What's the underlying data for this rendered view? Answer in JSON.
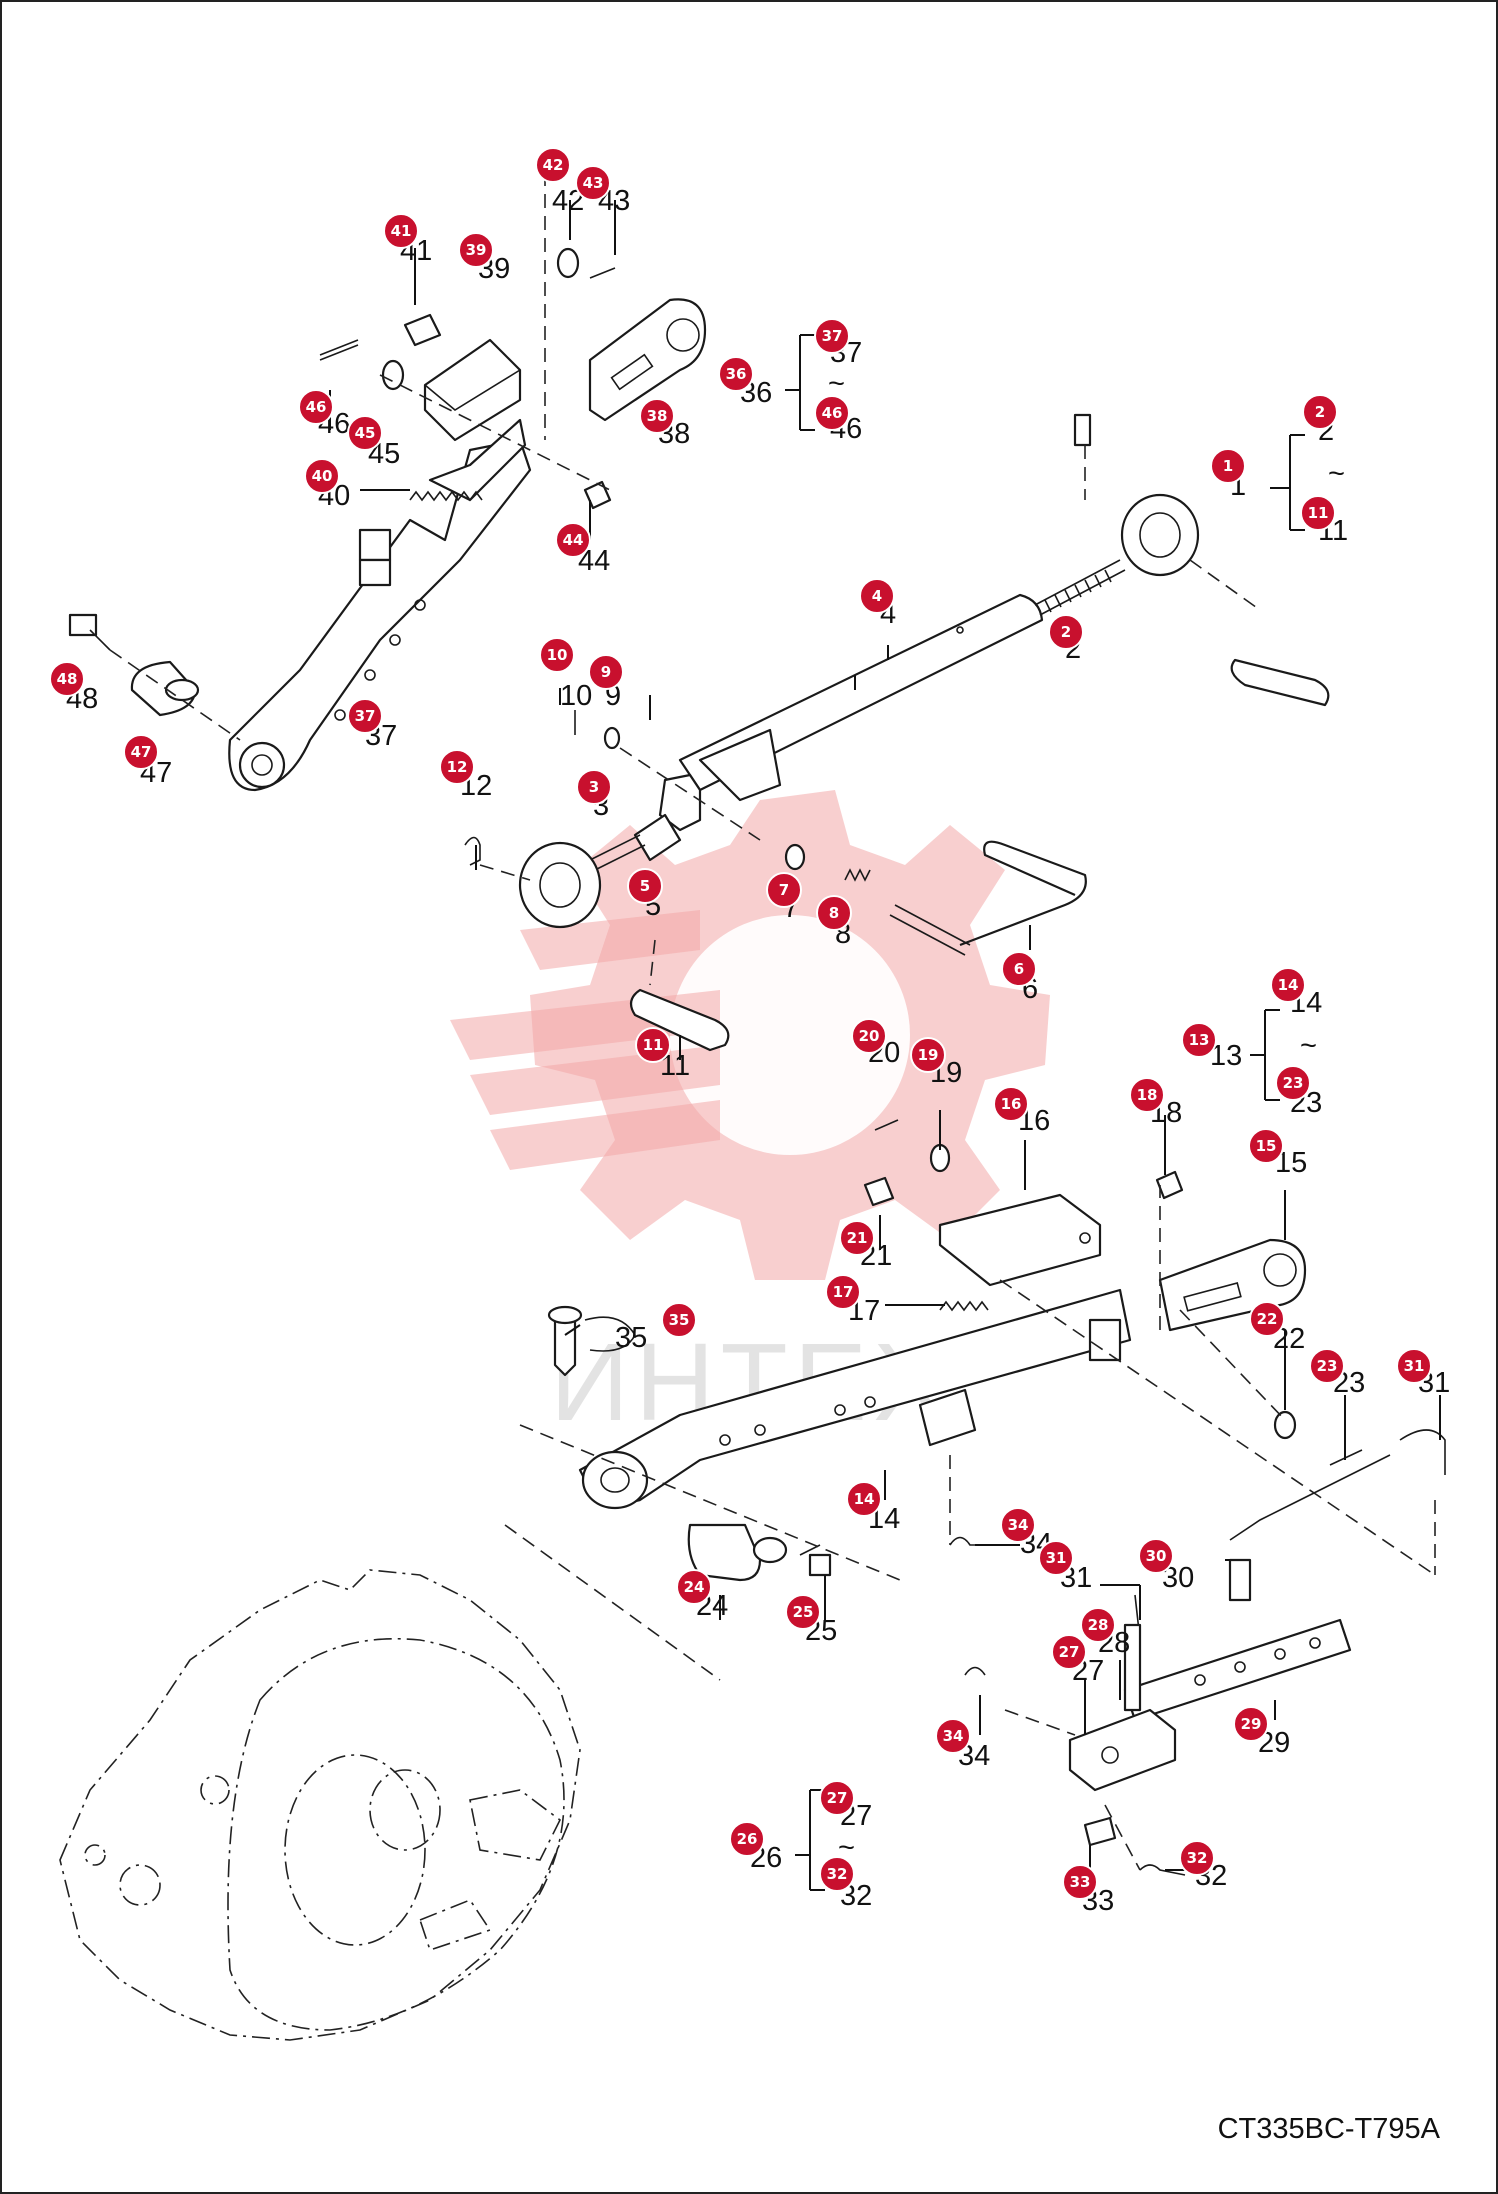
{
  "document_id": "CT335BC-T795A",
  "watermark_text": "ИНТЕХ",
  "accent_color": "#c8102e",
  "watermark_color": "#f3a7a7",
  "labels": [
    "1",
    "2",
    "3",
    "4",
    "5",
    "6",
    "7",
    "8",
    "9",
    "10",
    "11",
    "12",
    "13",
    "14",
    "15",
    "16",
    "17",
    "18",
    "19",
    "20",
    "21",
    "22",
    "23",
    "24",
    "25",
    "26",
    "27",
    "28",
    "29",
    "30",
    "31",
    "32",
    "33",
    "34",
    "35",
    "36",
    "37",
    "38",
    "39",
    "40",
    "41",
    "42",
    "43",
    "44",
    "45",
    "46",
    "47",
    "48"
  ],
  "group_items": {
    "1": [
      "2",
      "11"
    ],
    "13": [
      "14",
      "23"
    ],
    "26": [
      "27",
      "32"
    ],
    "36": [
      "37",
      "46"
    ]
  }
}
